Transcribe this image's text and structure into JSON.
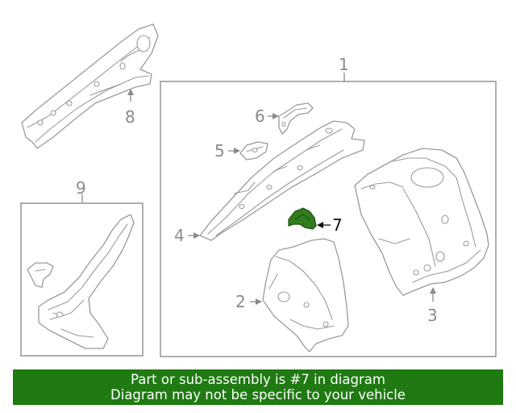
{
  "callouts": {
    "c1": "1",
    "c2": "2",
    "c3": "3",
    "c4": "4",
    "c5": "5",
    "c6": "6",
    "c7": "7",
    "c8": "8",
    "c9": "9"
  },
  "highlight_color": "#2f7d1e",
  "banner": {
    "line1": "Part or sub-assembly is #7 in diagram",
    "line2": "Diagram may not be specific to your vehicle",
    "background": "#1f7a12"
  }
}
